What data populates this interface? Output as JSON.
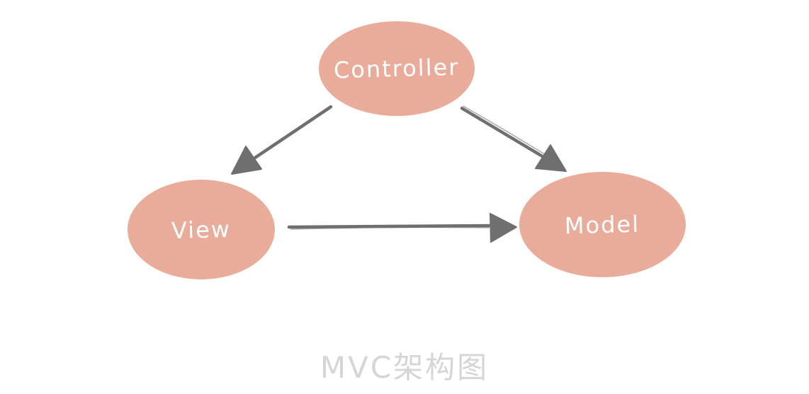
{
  "diagram": {
    "title": "MVC架构图",
    "nodes": [
      {
        "id": "controller",
        "label": "Controller"
      },
      {
        "id": "view",
        "label": "View"
      },
      {
        "id": "model",
        "label": "Model"
      }
    ],
    "edges": [
      {
        "from": "Controller",
        "to": "View",
        "style": "sketchy-arrow"
      },
      {
        "from": "Controller",
        "to": "Model",
        "style": "sketchy-arrow"
      },
      {
        "from": "View",
        "to": "Model",
        "style": "sketchy-arrow"
      }
    ],
    "colors": {
      "background": "#FFFFFF",
      "node_fill": "#EAAC9A",
      "node_text": "#FFFFFF",
      "arrow": "#6F6F6F",
      "title_text": "#D5D5D5"
    }
  }
}
